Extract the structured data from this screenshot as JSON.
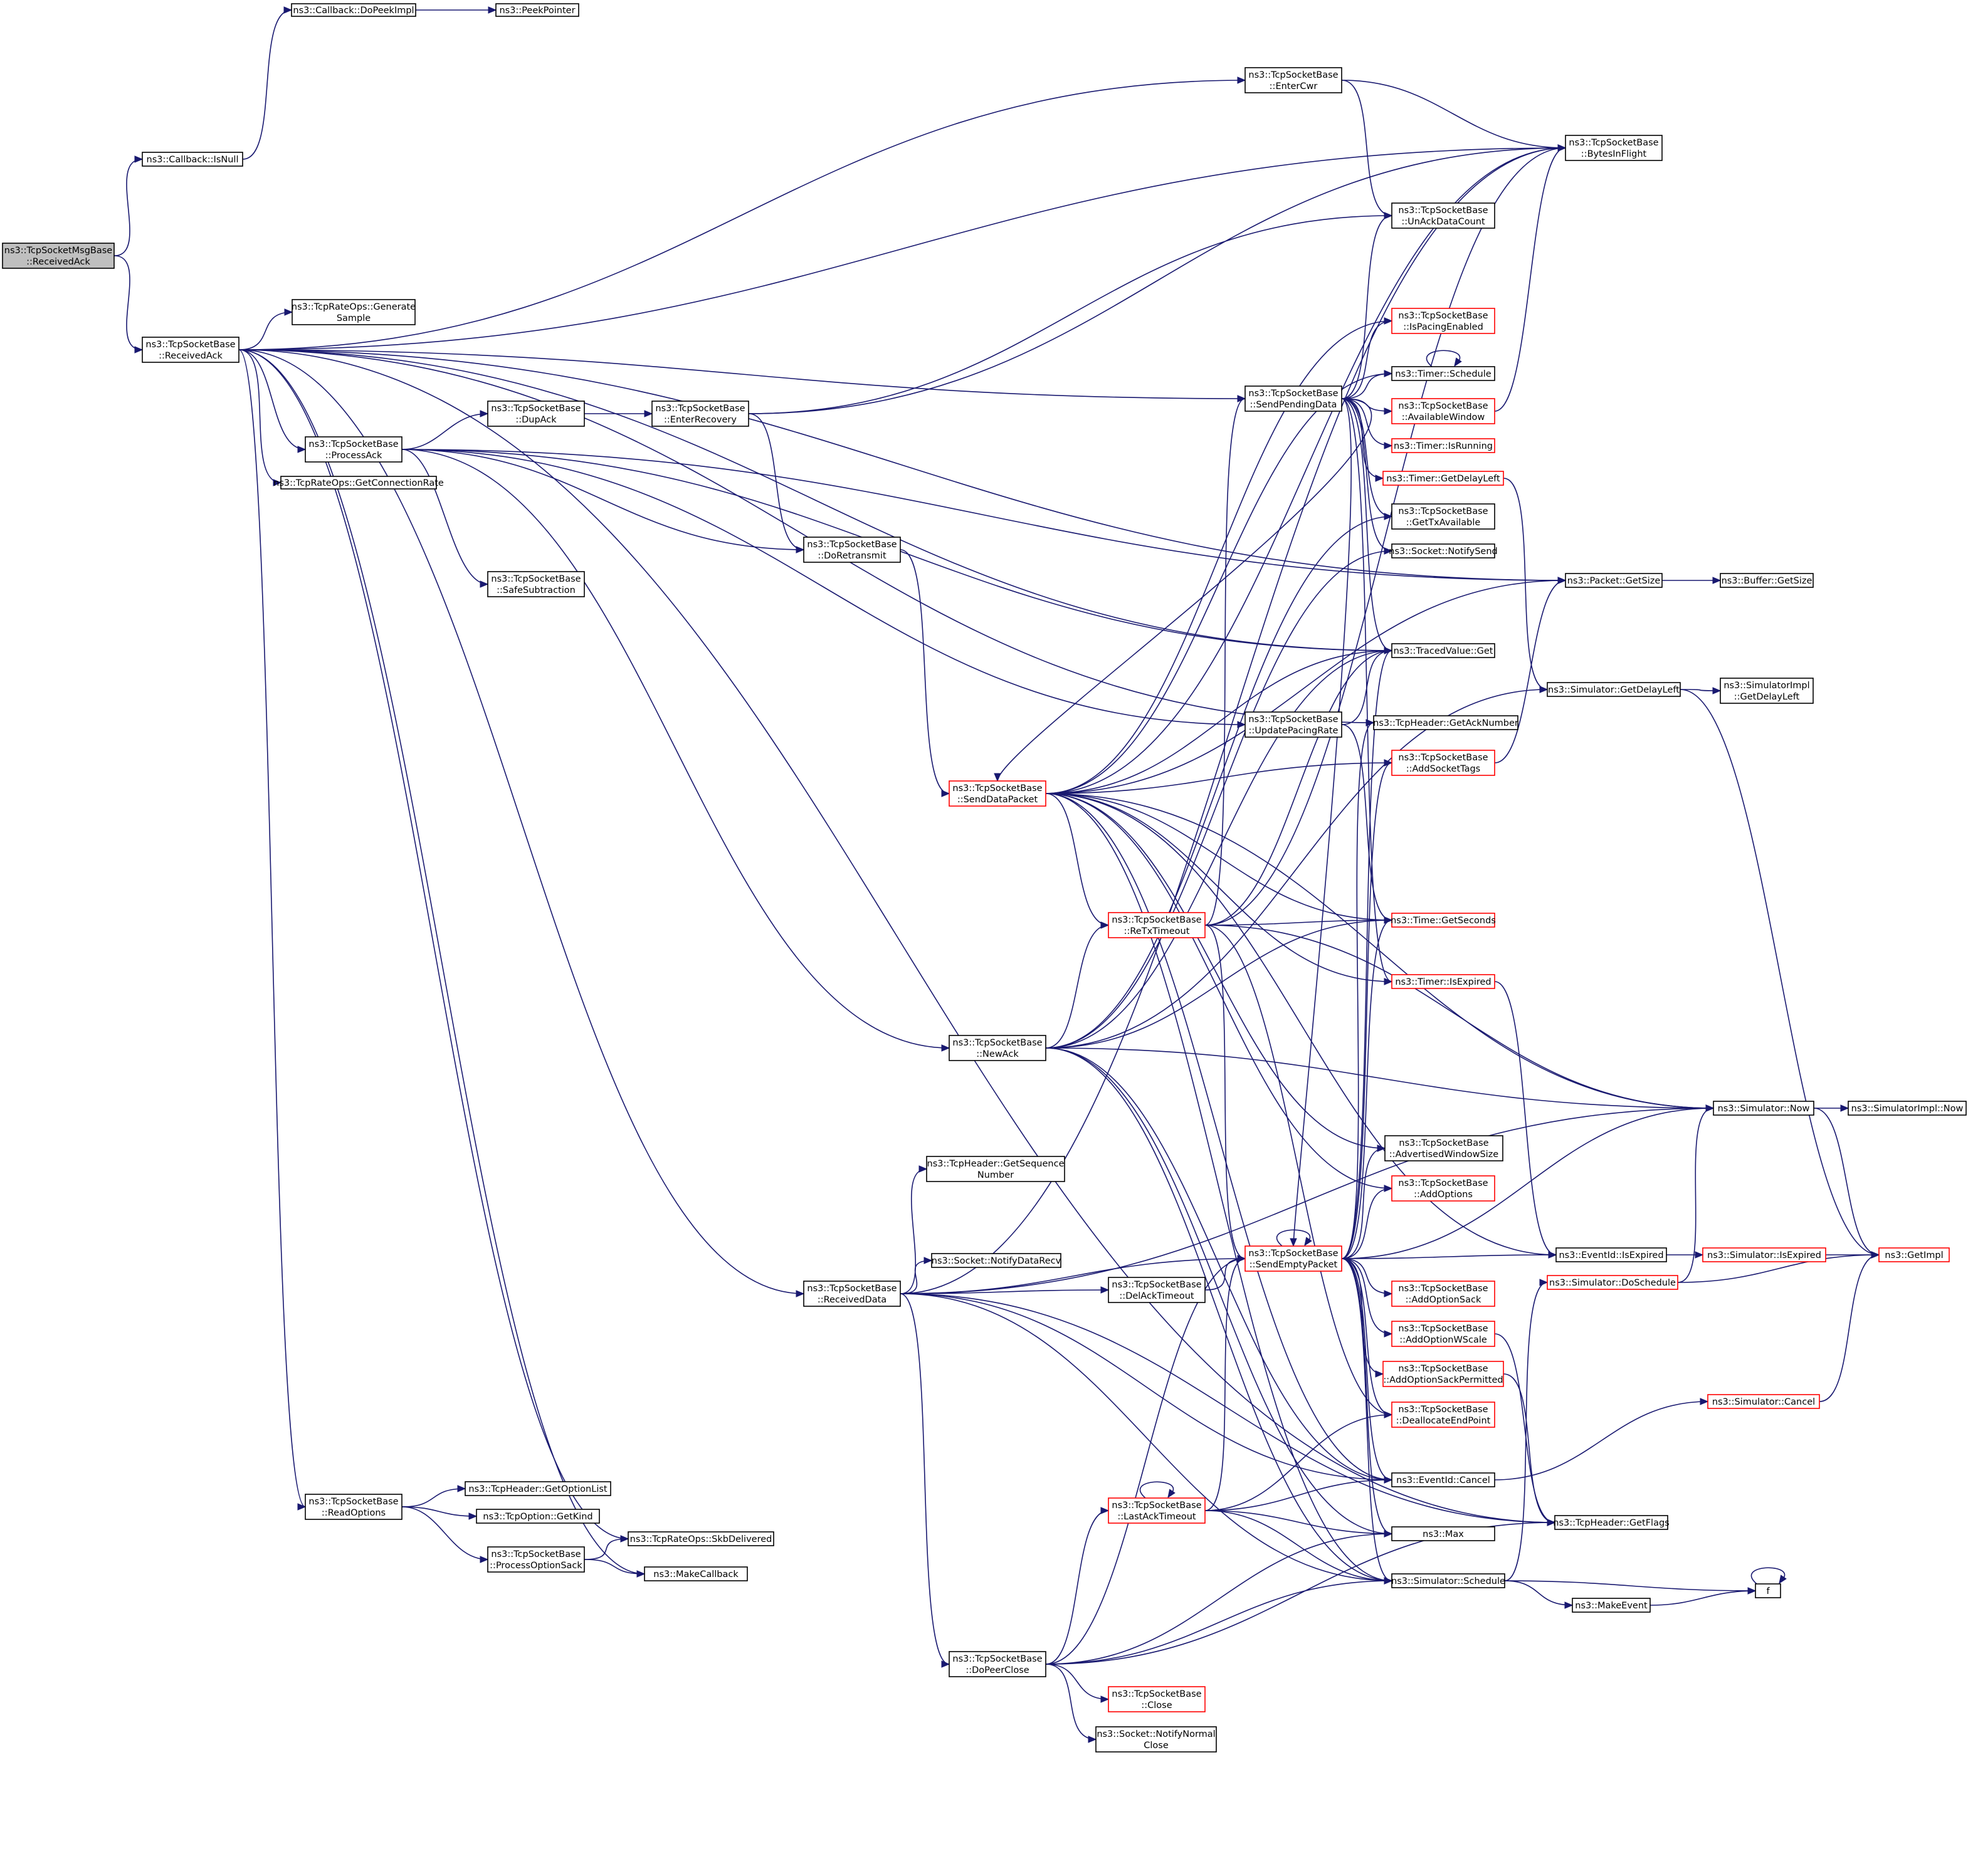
{
  "nodes": [
    {
      "id": "ReceivedAckMsg",
      "lines": [
        "ns3::TcpSocketMsgBase",
        "::ReceivedAck"
      ],
      "root": true
    },
    {
      "id": "DoPeekImpl",
      "lines": [
        "ns3::Callback::DoPeekImpl"
      ]
    },
    {
      "id": "PeekPointer",
      "lines": [
        "ns3::PeekPointer"
      ]
    },
    {
      "id": "IsNull",
      "lines": [
        "ns3::Callback::IsNull"
      ]
    },
    {
      "id": "ReceivedAck",
      "lines": [
        "ns3::TcpSocketBase",
        "::ReceivedAck"
      ]
    },
    {
      "id": "GenerateSample",
      "lines": [
        "ns3::TcpRateOps::Generate",
        "Sample"
      ]
    },
    {
      "id": "ProcessAck",
      "lines": [
        "ns3::TcpSocketBase",
        "::ProcessAck"
      ]
    },
    {
      "id": "GetConnectionRate",
      "lines": [
        "ns3::TcpRateOps::GetConnectionRate"
      ]
    },
    {
      "id": "DupAck",
      "lines": [
        "ns3::TcpSocketBase",
        "::DupAck"
      ]
    },
    {
      "id": "SafeSubtraction",
      "lines": [
        "ns3::TcpSocketBase",
        "::SafeSubtraction"
      ]
    },
    {
      "id": "EnterRecovery",
      "lines": [
        "ns3::TcpSocketBase",
        "::EnterRecovery"
      ]
    },
    {
      "id": "DoRetransmit",
      "lines": [
        "ns3::TcpSocketBase",
        "::DoRetransmit"
      ]
    },
    {
      "id": "EnterCwr",
      "lines": [
        "ns3::TcpSocketBase",
        "::EnterCwr"
      ]
    },
    {
      "id": "BytesInFlight",
      "lines": [
        "ns3::TcpSocketBase",
        "::BytesInFlight"
      ]
    },
    {
      "id": "UnAckDataCount",
      "lines": [
        "ns3::TcpSocketBase",
        "::UnAckDataCount"
      ]
    },
    {
      "id": "IsPacingEnabled",
      "lines": [
        "ns3::TcpSocketBase",
        "::IsPacingEnabled"
      ],
      "trunc": true
    },
    {
      "id": "TimerSchedule",
      "lines": [
        "ns3::Timer::Schedule"
      ]
    },
    {
      "id": "SendPendingData",
      "lines": [
        "ns3::TcpSocketBase",
        "::SendPendingData"
      ]
    },
    {
      "id": "AvailableWindow",
      "lines": [
        "ns3::TcpSocketBase",
        "::AvailableWindow"
      ],
      "trunc": true
    },
    {
      "id": "TimerIsRunning",
      "lines": [
        "ns3::Timer::IsRunning"
      ],
      "trunc": true
    },
    {
      "id": "TimerGetDelayLeft",
      "lines": [
        "ns3::Timer::GetDelayLeft"
      ],
      "trunc": true
    },
    {
      "id": "GetTxAvailable",
      "lines": [
        "ns3::TcpSocketBase",
        "::GetTxAvailable"
      ]
    },
    {
      "id": "NotifySend",
      "lines": [
        "ns3::Socket::NotifySend"
      ]
    },
    {
      "id": "PacketGetSize",
      "lines": [
        "ns3::Packet::GetSize"
      ]
    },
    {
      "id": "BufferGetSize",
      "lines": [
        "ns3::Buffer::GetSize"
      ]
    },
    {
      "id": "TracedValueGet",
      "lines": [
        "ns3::TracedValue::Get"
      ]
    },
    {
      "id": "SimGetDelayLeft",
      "lines": [
        "ns3::Simulator::GetDelayLeft"
      ]
    },
    {
      "id": "ImplGetDelayLeft",
      "lines": [
        "ns3::SimulatorImpl",
        "::GetDelayLeft"
      ]
    },
    {
      "id": "UpdatePacingRate",
      "lines": [
        "ns3::TcpSocketBase",
        "::UpdatePacingRate"
      ]
    },
    {
      "id": "GetAckNumber",
      "lines": [
        "ns3::TcpHeader::GetAckNumber"
      ]
    },
    {
      "id": "SendDataPacket",
      "lines": [
        "ns3::TcpSocketBase",
        "::SendDataPacket"
      ],
      "trunc": true
    },
    {
      "id": "AddSocketTags",
      "lines": [
        "ns3::TcpSocketBase",
        "::AddSocketTags"
      ],
      "trunc": true
    },
    {
      "id": "ReTxTimeout",
      "lines": [
        "ns3::TcpSocketBase",
        "::ReTxTimeout"
      ],
      "trunc": true
    },
    {
      "id": "GetSeconds",
      "lines": [
        "ns3::Time::GetSeconds"
      ],
      "trunc": true
    },
    {
      "id": "TimerIsExpired",
      "lines": [
        "ns3::Timer::IsExpired"
      ],
      "trunc": true
    },
    {
      "id": "NewAck",
      "lines": [
        "ns3::TcpSocketBase",
        "::NewAck"
      ]
    },
    {
      "id": "SimNow",
      "lines": [
        "ns3::Simulator::Now"
      ]
    },
    {
      "id": "ImplNow",
      "lines": [
        "ns3::SimulatorImpl::Now"
      ]
    },
    {
      "id": "AdvertisedWindowSize",
      "lines": [
        "ns3::TcpSocketBase",
        "::AdvertisedWindowSize"
      ]
    },
    {
      "id": "GetSequenceNumber",
      "lines": [
        "ns3::TcpHeader::GetSequence",
        "Number"
      ]
    },
    {
      "id": "AddOptions",
      "lines": [
        "ns3::TcpSocketBase",
        "::AddOptions"
      ],
      "trunc": true
    },
    {
      "id": "SendEmptyPacket",
      "lines": [
        "ns3::TcpSocketBase",
        "::SendEmptyPacket"
      ],
      "trunc": true
    },
    {
      "id": "EventIsExpired",
      "lines": [
        "ns3::EventId::IsExpired"
      ]
    },
    {
      "id": "SimIsExpired",
      "lines": [
        "ns3::Simulator::IsExpired"
      ],
      "trunc": true
    },
    {
      "id": "GetImpl",
      "lines": [
        "ns3::GetImpl"
      ],
      "trunc": true
    },
    {
      "id": "NotifyDataRecv",
      "lines": [
        "ns3::Socket::NotifyDataRecv"
      ]
    },
    {
      "id": "SimDoSchedule",
      "lines": [
        "ns3::Simulator::DoSchedule"
      ],
      "trunc": true
    },
    {
      "id": "ReceivedData",
      "lines": [
        "ns3::TcpSocketBase",
        "::ReceivedData"
      ]
    },
    {
      "id": "DelAckTimeout",
      "lines": [
        "ns3::TcpSocketBase",
        "::DelAckTimeout"
      ]
    },
    {
      "id": "AddOptionSack",
      "lines": [
        "ns3::TcpSocketBase",
        "::AddOptionSack"
      ],
      "trunc": true
    },
    {
      "id": "AddOptionWScale",
      "lines": [
        "ns3::TcpSocketBase",
        "::AddOptionWScale"
      ],
      "trunc": true
    },
    {
      "id": "AddOptionSackPermitted",
      "lines": [
        "ns3::TcpSocketBase",
        "::AddOptionSackPermitted"
      ],
      "trunc": true
    },
    {
      "id": "SimCancel",
      "lines": [
        "ns3::Simulator::Cancel"
      ],
      "trunc": true
    },
    {
      "id": "DeallocateEndPoint",
      "lines": [
        "ns3::TcpSocketBase",
        "::DeallocateEndPoint"
      ],
      "trunc": true
    },
    {
      "id": "EventCancel",
      "lines": [
        "ns3::EventId::Cancel"
      ]
    },
    {
      "id": "GetOptionList",
      "lines": [
        "ns3::TcpHeader::GetOptionList"
      ]
    },
    {
      "id": "ReadOptions",
      "lines": [
        "ns3::TcpSocketBase",
        "::ReadOptions"
      ]
    },
    {
      "id": "GetKind",
      "lines": [
        "ns3::TcpOption::GetKind"
      ]
    },
    {
      "id": "LastAckTimeout",
      "lines": [
        "ns3::TcpSocketBase",
        "::LastAckTimeout"
      ],
      "trunc": true
    },
    {
      "id": "GetFlags",
      "lines": [
        "ns3::TcpHeader::GetFlags"
      ]
    },
    {
      "id": "SkbDelivered",
      "lines": [
        "ns3::TcpRateOps::SkbDelivered"
      ]
    },
    {
      "id": "ProcessOptionSack",
      "lines": [
        "ns3::TcpSocketBase",
        "::ProcessOptionSack"
      ]
    },
    {
      "id": "Max",
      "lines": [
        "ns3::Max"
      ]
    },
    {
      "id": "MakeCallback",
      "lines": [
        "ns3::MakeCallback"
      ]
    },
    {
      "id": "SimSchedule",
      "lines": [
        "ns3::Simulator::Schedule"
      ]
    },
    {
      "id": "f",
      "lines": [
        "f"
      ]
    },
    {
      "id": "MakeEvent",
      "lines": [
        "ns3::MakeEvent"
      ]
    },
    {
      "id": "DoPeerClose",
      "lines": [
        "ns3::TcpSocketBase",
        "::DoPeerClose"
      ]
    },
    {
      "id": "Close",
      "lines": [
        "ns3::TcpSocketBase",
        "::Close"
      ],
      "trunc": true
    },
    {
      "id": "NotifyNormalClose",
      "lines": [
        "ns3::Socket::NotifyNormal",
        "Close"
      ]
    }
  ],
  "edges": [
    [
      "ReceivedAckMsg",
      "IsNull"
    ],
    [
      "ReceivedAckMsg",
      "ReceivedAck"
    ],
    [
      "IsNull",
      "DoPeekImpl"
    ],
    [
      "DoPeekImpl",
      "PeekPointer"
    ],
    [
      "ReceivedAck",
      "BytesInFlight"
    ],
    [
      "ReceivedAck",
      "EnterCwr"
    ],
    [
      "ReceivedAck",
      "PacketGetSize"
    ],
    [
      "ReceivedAck",
      "SendPendingData"
    ],
    [
      "ReceivedAck",
      "TracedValueGet"
    ],
    [
      "ReceivedAck",
      "GenerateSample"
    ],
    [
      "ReceivedAck",
      "GetAckNumber"
    ],
    [
      "ReceivedAck",
      "ProcessAck"
    ],
    [
      "ReceivedAck",
      "GetConnectionRate"
    ],
    [
      "ReceivedAck",
      "ReceivedData"
    ],
    [
      "ReceivedAck",
      "GetFlags"
    ],
    [
      "ReceivedAck",
      "SkbDelivered"
    ],
    [
      "ReceivedAck",
      "ReadOptions"
    ],
    [
      "ReceivedAck",
      "MakeCallback"
    ],
    [
      "ProcessAck",
      "DupAck"
    ],
    [
      "ProcessAck",
      "PacketGetSize"
    ],
    [
      "ProcessAck",
      "TracedValueGet"
    ],
    [
      "ProcessAck",
      "UpdatePacingRate"
    ],
    [
      "ProcessAck",
      "DoRetransmit"
    ],
    [
      "ProcessAck",
      "SafeSubtraction"
    ],
    [
      "ProcessAck",
      "NewAck"
    ],
    [
      "DupAck",
      "EnterRecovery"
    ],
    [
      "EnterRecovery",
      "BytesInFlight"
    ],
    [
      "EnterRecovery",
      "UnAckDataCount"
    ],
    [
      "EnterRecovery",
      "DoRetransmit"
    ],
    [
      "DoRetransmit",
      "SendDataPacket"
    ],
    [
      "EnterCwr",
      "BytesInFlight"
    ],
    [
      "EnterCwr",
      "UnAckDataCount"
    ],
    [
      "SendPendingData",
      "UnAckDataCount"
    ],
    [
      "SendPendingData",
      "IsPacingEnabled"
    ],
    [
      "SendPendingData",
      "TimerSchedule"
    ],
    [
      "SendPendingData",
      "AvailableWindow"
    ],
    [
      "SendPendingData",
      "TimerIsRunning"
    ],
    [
      "SendPendingData",
      "TimerGetDelayLeft"
    ],
    [
      "SendPendingData",
      "GetTxAvailable"
    ],
    [
      "SendPendingData",
      "NotifySend"
    ],
    [
      "SendPendingData",
      "TracedValueGet"
    ],
    [
      "SendPendingData",
      "TimerIsExpired"
    ],
    [
      "SendPendingData",
      "SendDataPacket"
    ],
    [
      "SendPendingData",
      "SendEmptyPacket"
    ],
    [
      "TimerSchedule",
      "TimerSchedule"
    ],
    [
      "AvailableWindow",
      "BytesInFlight"
    ],
    [
      "TimerGetDelayLeft",
      "SimGetDelayLeft"
    ],
    [
      "PacketGetSize",
      "BufferGetSize"
    ],
    [
      "SimGetDelayLeft",
      "ImplGetDelayLeft"
    ],
    [
      "SimGetDelayLeft",
      "GetImpl"
    ],
    [
      "UpdatePacingRate",
      "TracedValueGet"
    ],
    [
      "UpdatePacingRate",
      "GetSeconds"
    ],
    [
      "AddSocketTags",
      "PacketGetSize"
    ],
    [
      "SendDataPacket",
      "BytesInFlight"
    ],
    [
      "SendDataPacket",
      "IsPacingEnabled"
    ],
    [
      "SendDataPacket",
      "TimerSchedule"
    ],
    [
      "SendDataPacket",
      "TracedValueGet"
    ],
    [
      "SendDataPacket",
      "AddSocketTags"
    ],
    [
      "SendDataPacket",
      "ReTxTimeout"
    ],
    [
      "SendDataPacket",
      "GetSeconds"
    ],
    [
      "SendDataPacket",
      "TimerIsExpired"
    ],
    [
      "SendDataPacket",
      "SimNow"
    ],
    [
      "SendDataPacket",
      "AdvertisedWindowSize"
    ],
    [
      "SendDataPacket",
      "AddOptions"
    ],
    [
      "SendDataPacket",
      "EventIsExpired"
    ],
    [
      "SendDataPacket",
      "EventCancel"
    ],
    [
      "SendDataPacket",
      "SimSchedule"
    ],
    [
      "SendDataPacket",
      "PacketGetSize"
    ],
    [
      "ReTxTimeout",
      "SendPendingData"
    ],
    [
      "ReTxTimeout",
      "TracedValueGet"
    ],
    [
      "ReTxTimeout",
      "BytesInFlight"
    ],
    [
      "ReTxTimeout",
      "GetSeconds"
    ],
    [
      "ReTxTimeout",
      "SimNow"
    ],
    [
      "ReTxTimeout",
      "SendEmptyPacket"
    ],
    [
      "ReTxTimeout",
      "DeallocateEndPoint"
    ],
    [
      "TimerIsExpired",
      "EventIsExpired"
    ],
    [
      "NewAck",
      "GetTxAvailable"
    ],
    [
      "NewAck",
      "NotifySend"
    ],
    [
      "NewAck",
      "TracedValueGet"
    ],
    [
      "NewAck",
      "ReTxTimeout"
    ],
    [
      "NewAck",
      "GetSeconds"
    ],
    [
      "NewAck",
      "SimGetDelayLeft"
    ],
    [
      "NewAck",
      "SimNow"
    ],
    [
      "NewAck",
      "SimSchedule"
    ],
    [
      "NewAck",
      "Max"
    ],
    [
      "NewAck",
      "EventCancel"
    ],
    [
      "SimNow",
      "ImplNow"
    ],
    [
      "SimNow",
      "GetImpl"
    ],
    [
      "SendEmptyPacket",
      "SendEmptyPacket"
    ],
    [
      "SendEmptyPacket",
      "TracedValueGet"
    ],
    [
      "SendEmptyPacket",
      "GetAckNumber"
    ],
    [
      "SendEmptyPacket",
      "AddSocketTags"
    ],
    [
      "SendEmptyPacket",
      "GetSeconds"
    ],
    [
      "SendEmptyPacket",
      "SimNow"
    ],
    [
      "SendEmptyPacket",
      "AdvertisedWindowSize"
    ],
    [
      "SendEmptyPacket",
      "AddOptions"
    ],
    [
      "SendEmptyPacket",
      "EventIsExpired"
    ],
    [
      "SendEmptyPacket",
      "AddOptionSack"
    ],
    [
      "SendEmptyPacket",
      "AddOptionWScale"
    ],
    [
      "SendEmptyPacket",
      "AddOptionSackPermitted"
    ],
    [
      "SendEmptyPacket",
      "DeallocateEndPoint"
    ],
    [
      "SendEmptyPacket",
      "EventCancel"
    ],
    [
      "SendEmptyPacket",
      "Max"
    ],
    [
      "SendEmptyPacket",
      "SimSchedule"
    ],
    [
      "EventIsExpired",
      "SimIsExpired"
    ],
    [
      "SimIsExpired",
      "GetImpl"
    ],
    [
      "SimDoSchedule",
      "SimNow"
    ],
    [
      "SimDoSchedule",
      "GetImpl"
    ],
    [
      "AddOptionWScale",
      "GetFlags"
    ],
    [
      "AddOptionSackPermitted",
      "GetFlags"
    ],
    [
      "ReceivedData",
      "BytesInFlight"
    ],
    [
      "ReceivedData",
      "GetSequenceNumber"
    ],
    [
      "ReceivedData",
      "NotifyDataRecv"
    ],
    [
      "ReceivedData",
      "DelAckTimeout"
    ],
    [
      "ReceivedData",
      "SendEmptyPacket"
    ],
    [
      "ReceivedData",
      "SimNow"
    ],
    [
      "ReceivedData",
      "EventCancel"
    ],
    [
      "ReceivedData",
      "SimSchedule"
    ],
    [
      "ReceivedData",
      "DoPeerClose"
    ],
    [
      "ReceivedData",
      "GetFlags"
    ],
    [
      "DelAckTimeout",
      "SendEmptyPacket"
    ],
    [
      "SimCancel",
      "GetImpl"
    ],
    [
      "EventCancel",
      "SimCancel"
    ],
    [
      "ReadOptions",
      "GetOptionList"
    ],
    [
      "ReadOptions",
      "GetKind"
    ],
    [
      "ReadOptions",
      "ProcessOptionSack"
    ],
    [
      "ProcessOptionSack",
      "SkbDelivered"
    ],
    [
      "ProcessOptionSack",
      "MakeCallback"
    ],
    [
      "LastAckTimeout",
      "LastAckTimeout"
    ],
    [
      "LastAckTimeout",
      "SendEmptyPacket"
    ],
    [
      "LastAckTimeout",
      "DeallocateEndPoint"
    ],
    [
      "LastAckTimeout",
      "EventCancel"
    ],
    [
      "LastAckTimeout",
      "Max"
    ],
    [
      "LastAckTimeout",
      "SimSchedule"
    ],
    [
      "SimSchedule",
      "SimDoSchedule"
    ],
    [
      "SimSchedule",
      "MakeEvent"
    ],
    [
      "SimSchedule",
      "f"
    ],
    [
      "MakeEvent",
      "f"
    ],
    [
      "f",
      "f"
    ],
    [
      "DoPeerClose",
      "SendEmptyPacket"
    ],
    [
      "DoPeerClose",
      "LastAckTimeout"
    ],
    [
      "DoPeerClose",
      "Max"
    ],
    [
      "DoPeerClose",
      "SimSchedule"
    ],
    [
      "DoPeerClose",
      "Close"
    ],
    [
      "DoPeerClose",
      "NotifyNormalClose"
    ],
    [
      "DoPeerClose",
      "GetFlags"
    ]
  ]
}
